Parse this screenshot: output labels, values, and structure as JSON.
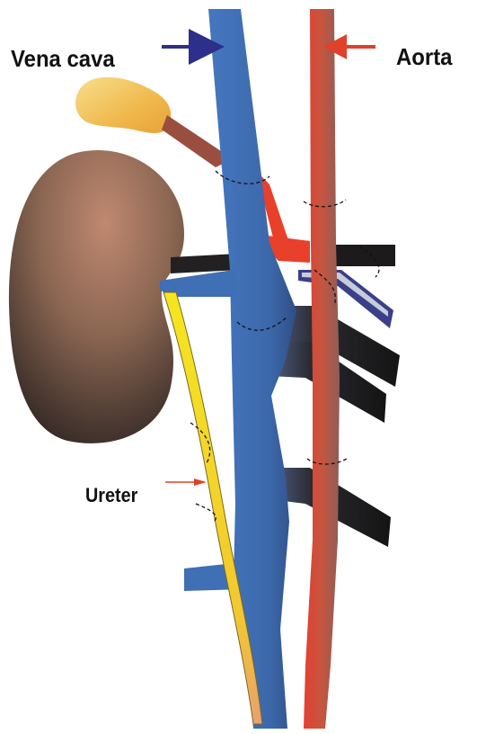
{
  "labels": {
    "vena_cava": "Vena cava",
    "aorta": "Aorta",
    "ureter": "Ureter"
  },
  "colors": {
    "vena_cava": "#3f6fb5",
    "aorta_red": "#e0412b",
    "aorta_brown": "#a5584a",
    "ureter": "#f2dd1a",
    "kidney": "#7a5a4c",
    "adrenal": "#f0c558",
    "arrow_vena": "#2e2f8a",
    "arrow_aorta": "#e0412b",
    "dark_vessel": "#1d1a18"
  },
  "icons": {
    "vena_pointer": "arrow-right-icon",
    "aorta_pointer": "arrow-left-icon",
    "ureter_pointer": "arrow-right-icon"
  }
}
